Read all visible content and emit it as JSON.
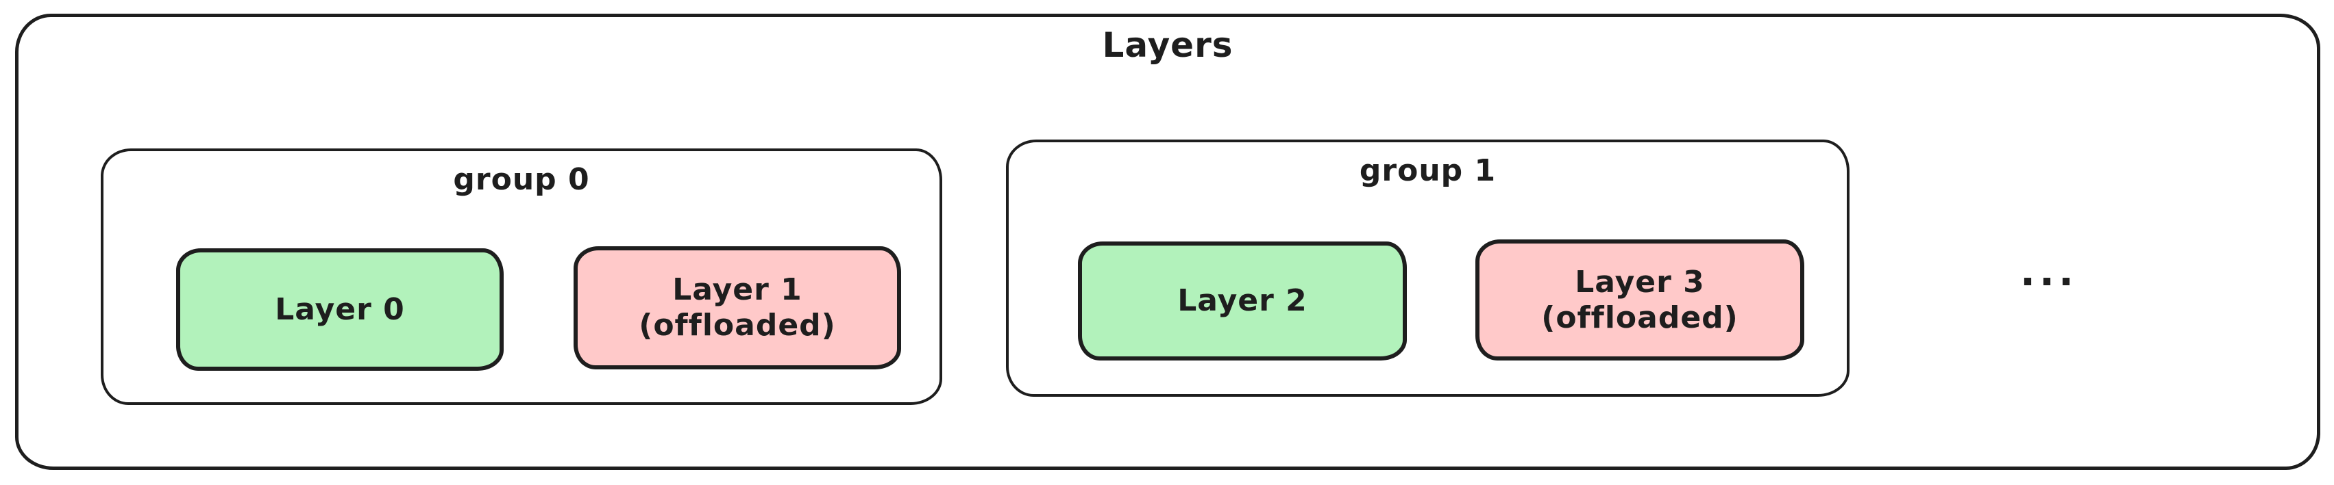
{
  "diagram": {
    "title": "Layers",
    "ellipsis": "...",
    "groups": [
      {
        "label": "group 0",
        "layers": [
          {
            "label": "Layer 0",
            "status": "loaded"
          },
          {
            "label": "Layer 1",
            "sublabel": "(offloaded)",
            "status": "offloaded"
          }
        ]
      },
      {
        "label": "group 1",
        "layers": [
          {
            "label": "Layer 2",
            "status": "loaded"
          },
          {
            "label": "Layer 3",
            "sublabel": "(offloaded)",
            "status": "offloaded"
          }
        ]
      }
    ],
    "colors": {
      "stroke": "#1e1e1e",
      "active_fill": "#b2f2bb",
      "offloaded_fill": "#ffc9c9",
      "background": "#ffffff"
    }
  }
}
